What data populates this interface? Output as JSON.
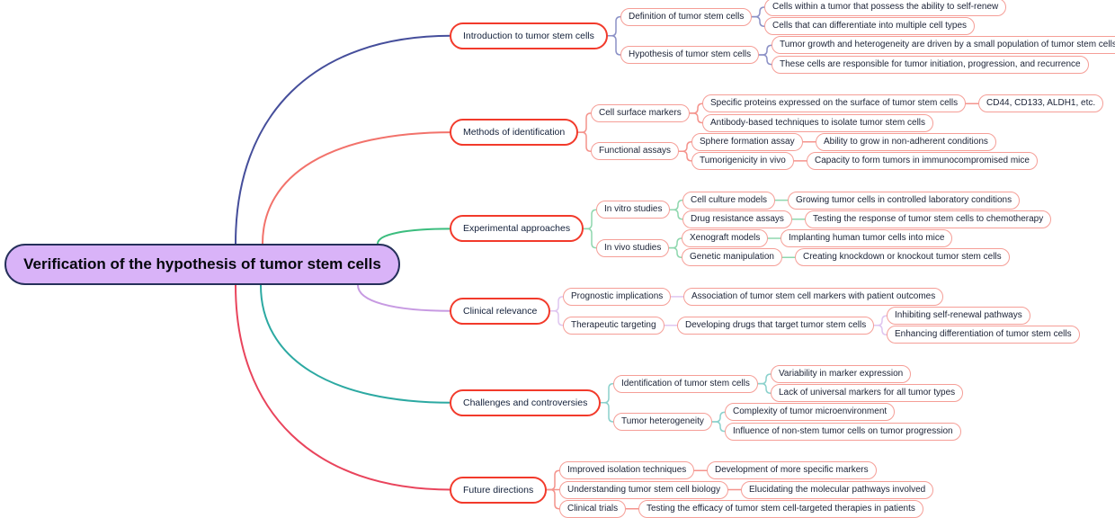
{
  "root": {
    "label": "Verification of the hypothesis of tumor stem cells",
    "fill": "#d9b3f8",
    "border": "#25305a"
  },
  "palette": {
    "branch_border": "#f23a2b",
    "subtopic_border": "#f59e97",
    "node_fill": "#ffffff",
    "node_text": "#1b2236",
    "background": "#ffffff"
  },
  "branches": [
    {
      "label": "Introduction to tumor stem cells",
      "curve_color": "#454e9b",
      "link_color": "#8c91c6",
      "children": [
        {
          "label": "Definition of tumor stem cells",
          "children": [
            {
              "label": "Cells within a tumor that possess the ability to self-renew"
            },
            {
              "label": "Cells that can differentiate into multiple cell types"
            }
          ]
        },
        {
          "label": "Hypothesis of tumor stem cells",
          "children": [
            {
              "label": "Tumor growth and heterogeneity are driven by a small population of tumor stem cells"
            },
            {
              "label": "These cells are responsible for tumor initiation, progression, and recurrence"
            }
          ]
        }
      ]
    },
    {
      "label": "Methods of identification",
      "curve_color": "#f2726b",
      "link_color": "#f4938c",
      "children": [
        {
          "label": "Cell surface markers",
          "children": [
            {
              "label": "Specific proteins expressed on the surface of tumor stem cells",
              "children": [
                {
                  "label": "CD44, CD133, ALDH1, etc."
                }
              ]
            },
            {
              "label": "Antibody-based techniques to isolate tumor stem cells"
            }
          ]
        },
        {
          "label": "Functional assays",
          "children": [
            {
              "label": "Sphere formation assay",
              "children": [
                {
                  "label": "Ability to grow in non-adherent conditions"
                }
              ]
            },
            {
              "label": "Tumorigenicity in vivo",
              "children": [
                {
                  "label": "Capacity to form tumors in immunocompromised mice"
                }
              ]
            }
          ]
        }
      ]
    },
    {
      "label": "Experimental approaches",
      "curve_color": "#3bbd7e",
      "link_color": "#8fd7ae",
      "children": [
        {
          "label": "In vitro studies",
          "children": [
            {
              "label": "Cell culture models",
              "children": [
                {
                  "label": "Growing tumor cells in controlled laboratory conditions"
                }
              ]
            },
            {
              "label": "Drug resistance assays",
              "children": [
                {
                  "label": "Testing the response of tumor stem cells to chemotherapy"
                }
              ]
            }
          ]
        },
        {
          "label": "In vivo studies",
          "children": [
            {
              "label": "Xenograft models",
              "children": [
                {
                  "label": "Implanting human tumor cells into mice"
                }
              ]
            },
            {
              "label": "Genetic manipulation",
              "children": [
                {
                  "label": "Creating knockdown or knockout tumor stem cells"
                }
              ]
            }
          ]
        }
      ]
    },
    {
      "label": "Clinical relevance",
      "curve_color": "#c79ae2",
      "link_color": "#dfc6f0",
      "children": [
        {
          "label": "Prognostic implications",
          "children": [
            {
              "label": "Association of tumor stem cell markers with patient outcomes"
            }
          ]
        },
        {
          "label": "Therapeutic targeting",
          "children": [
            {
              "label": "Developing drugs that target tumor stem cells",
              "children": [
                {
                  "label": "Inhibiting self-renewal pathways"
                },
                {
                  "label": "Enhancing differentiation of tumor stem cells"
                }
              ]
            }
          ]
        }
      ]
    },
    {
      "label": "Challenges and controversies",
      "curve_color": "#2ca9a2",
      "link_color": "#8bd1cc",
      "children": [
        {
          "label": "Identification of tumor stem cells",
          "children": [
            {
              "label": "Variability in marker expression"
            },
            {
              "label": "Lack of universal markers for all tumor types"
            }
          ]
        },
        {
          "label": "Tumor heterogeneity",
          "children": [
            {
              "label": "Complexity of tumor microenvironment"
            },
            {
              "label": "Influence of non-stem tumor cells on tumor progression"
            }
          ]
        }
      ]
    },
    {
      "label": "Future directions",
      "curve_color": "#e9445c",
      "link_color": "#f4938c",
      "children": [
        {
          "label": "Improved isolation techniques",
          "children": [
            {
              "label": "Development of more specific markers"
            }
          ]
        },
        {
          "label": "Understanding tumor stem cell biology",
          "children": [
            {
              "label": "Elucidating the molecular pathways involved"
            }
          ]
        },
        {
          "label": "Clinical trials",
          "children": [
            {
              "label": "Testing the efficacy of tumor stem cell-targeted therapies in patients"
            }
          ]
        }
      ]
    }
  ]
}
